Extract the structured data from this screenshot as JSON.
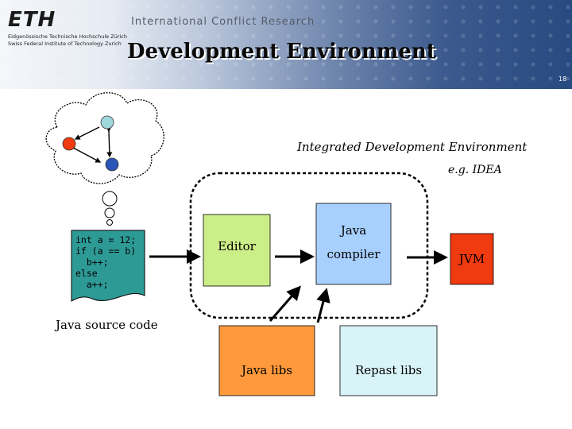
{
  "header": {
    "logo_text": "ETH",
    "institution_line1": "Eidgenössische Technische Hochschule Zürich",
    "institution_line2": "Swiss Federal Institute of Technology Zurich",
    "group_name": "International Conflict Research",
    "title": "Development Environment",
    "slide_number": "18"
  },
  "diagram": {
    "ide_title": "Integrated Development Environment",
    "ide_example": "e.g. IDEA",
    "source_code_lines": "int a = 12;\nif (a == b)\n  b++;\nelse\n  a++;",
    "source_label": "Java source code",
    "editor_label": "Editor",
    "compiler_label_line1": "Java",
    "compiler_label_line2": "compiler",
    "jvm_label": "JVM",
    "java_libs_label": "Java libs",
    "repast_libs_label": "Repast libs"
  },
  "colors": {
    "editor": "#ccee88",
    "compiler": "#a8d0ff",
    "jvm": "#f03a10",
    "java_libs": "#ff9a3c",
    "repast_libs": "#d8f4f8",
    "source_doc": "#2e9a96",
    "node_red": "#f03a10",
    "node_cyan": "#9fd8dc",
    "node_blue": "#2a55b8"
  }
}
